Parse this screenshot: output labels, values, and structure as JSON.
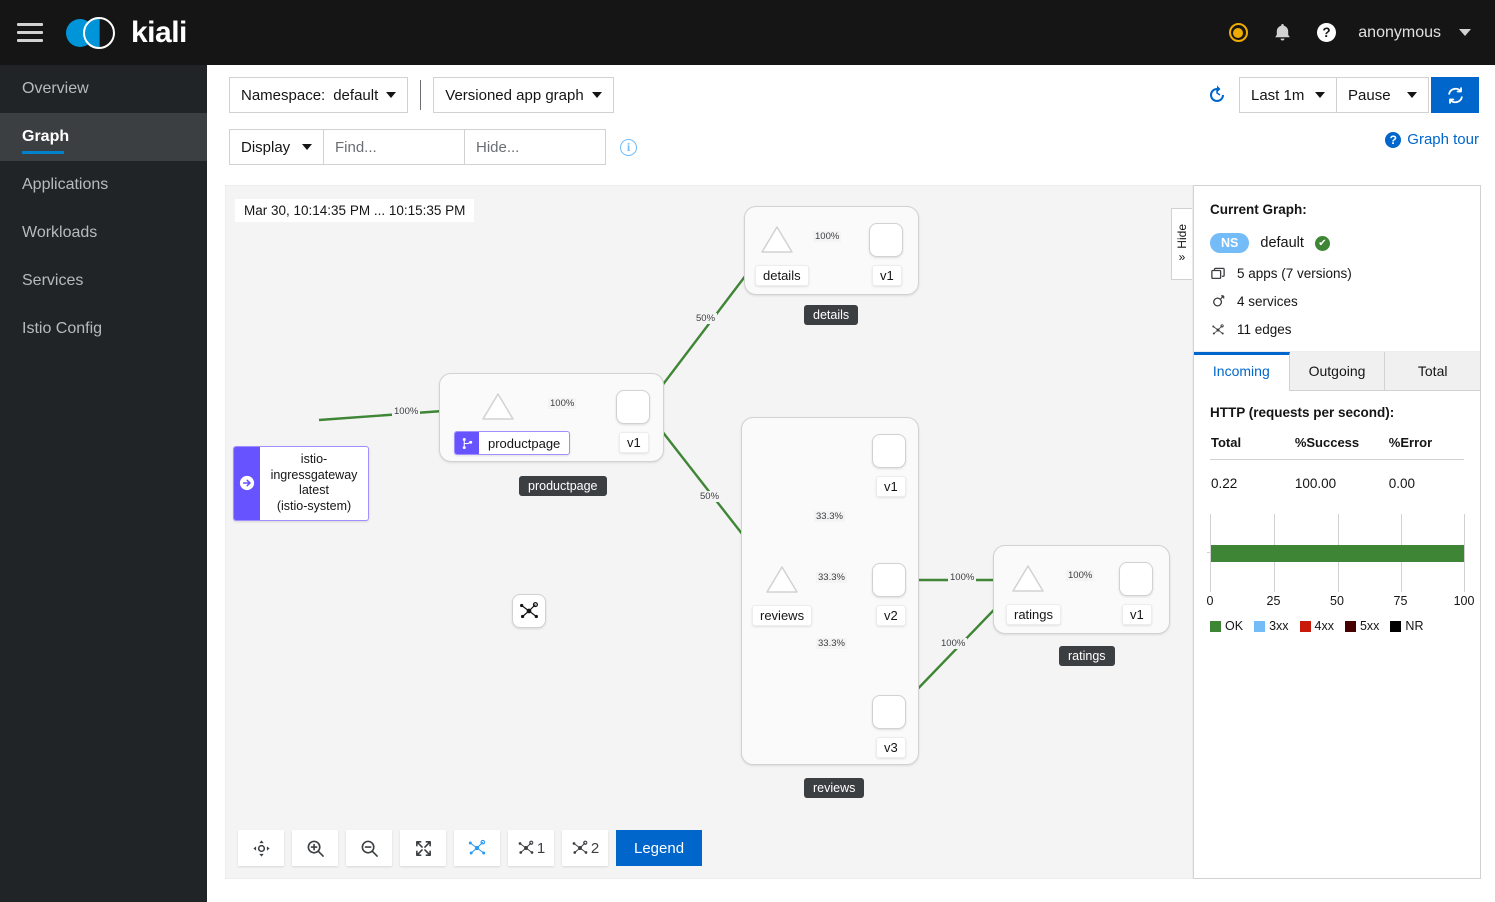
{
  "masthead": {
    "brand": "kiali",
    "hamburger_icon": "hamburger-menu-icon",
    "status_icon": "status-ring-icon",
    "bell_icon": "bell-icon",
    "help_icon": "help-circle-icon",
    "user": "anonymous"
  },
  "sidebar": {
    "items": [
      {
        "label": "Overview",
        "active": false
      },
      {
        "label": "Graph",
        "active": true
      },
      {
        "label": "Applications",
        "active": false
      },
      {
        "label": "Workloads",
        "active": false
      },
      {
        "label": "Services",
        "active": false
      },
      {
        "label": "Istio Config",
        "active": false
      }
    ]
  },
  "toolbar": {
    "namespace_label": "Namespace:",
    "namespace_value": "default",
    "graph_type": "Versioned app graph",
    "display_label": "Display",
    "find_placeholder": "Find...",
    "hide_placeholder": "Hide...",
    "info_icon": "info-icon",
    "history_icon": "history-icon",
    "time_range": "Last 1m",
    "refresh_mode": "Pause",
    "refresh_icon": "refresh-icon",
    "graph_tour": "Graph tour"
  },
  "graph": {
    "time_range_label": "Mar 30, 10:14:35 PM ... 10:15:35 PM",
    "hide_tab_label": "Hide",
    "hide_tab_chevron": "»",
    "ingress": {
      "icon": "service-mesh-node-icon",
      "badge_icon": "gateway-arrow-icon",
      "line1": "istio-ingressgateway",
      "line2": "latest",
      "line3": "(istio-system)"
    },
    "groups": [
      {
        "name": "productpage",
        "badge": "productpage"
      },
      {
        "name": "details",
        "badge": "details"
      },
      {
        "name": "reviews",
        "badge": "reviews"
      },
      {
        "name": "ratings",
        "badge": "ratings"
      }
    ],
    "nodes": {
      "productpage_service": "productpage",
      "productpage_v1": "v1",
      "details_service": "details",
      "details_v1": "v1",
      "reviews_service": "reviews",
      "reviews_v1": "v1",
      "reviews_v2": "v2",
      "reviews_v3": "v3",
      "ratings_service": "ratings",
      "ratings_v1": "v1"
    },
    "vs_badge_icon": "virtual-service-icon",
    "edges": {
      "ingress_to_productpage": "100%",
      "productpage_svc_to_v1": "100%",
      "productpage_to_details": "50%",
      "productpage_to_reviews": "50%",
      "details_svc_to_v1": "100%",
      "reviews_to_v1": "33.3%",
      "reviews_to_v2": "33.3%",
      "reviews_to_v3": "33.3%",
      "reviews_v2_to_ratings": "100%",
      "reviews_v3_to_ratings": "100%",
      "ratings_svc_to_v1": "100%"
    },
    "edge_color": "#3e8635",
    "tools": [
      {
        "name": "pan-tool-button",
        "icon": "move-arrows-icon",
        "label": ""
      },
      {
        "name": "zoom-in-button",
        "icon": "zoom-in-icon",
        "label": ""
      },
      {
        "name": "zoom-out-button",
        "icon": "zoom-out-icon",
        "label": ""
      },
      {
        "name": "fit-to-screen-button",
        "icon": "expand-icon",
        "label": ""
      },
      {
        "name": "graph-layout-default-button",
        "icon": "graph-layout-icon",
        "label": ""
      },
      {
        "name": "graph-layout-1-button",
        "icon": "graph-layout-icon",
        "label": "1"
      },
      {
        "name": "graph-layout-2-button",
        "icon": "graph-layout-icon",
        "label": "2"
      }
    ],
    "legend_button": "Legend"
  },
  "summary": {
    "title": "Current Graph:",
    "ns_badge": "NS",
    "ns_name": "default",
    "health_icon": "check-circle-icon",
    "stats": [
      {
        "icon": "applications-icon",
        "text": "5 apps (7 versions)"
      },
      {
        "icon": "services-icon",
        "text": "4 services"
      },
      {
        "icon": "edges-icon",
        "text": "11 edges"
      }
    ],
    "tabs": [
      {
        "label": "Incoming",
        "active": true
      },
      {
        "label": "Outgoing",
        "active": false
      },
      {
        "label": "Total",
        "active": false
      }
    ],
    "metrics_title": "HTTP (requests per second):",
    "columns": [
      "Total",
      "%Success",
      "%Error"
    ],
    "values": [
      "0.22",
      "100.00",
      "0.00"
    ]
  },
  "chart_data": {
    "type": "bar",
    "title": "HTTP (requests per second):",
    "orientation": "horizontal",
    "categories": [
      "OK"
    ],
    "values": [
      100
    ],
    "xlabel": "",
    "ylabel": "",
    "xlim": [
      0,
      100
    ],
    "ticks": [
      0,
      25,
      50,
      75,
      100
    ],
    "grid": true,
    "legend_position": "bottom",
    "series": [
      {
        "name": "OK",
        "value": 100,
        "color": "#3e8635"
      },
      {
        "name": "3xx",
        "value": 0,
        "color": "#73bcf7"
      },
      {
        "name": "4xx",
        "value": 0,
        "color": "#c9190b"
      },
      {
        "name": "5xx",
        "value": 0,
        "color": "#470000"
      },
      {
        "name": "NR",
        "value": 0,
        "color": "#000000"
      }
    ]
  }
}
